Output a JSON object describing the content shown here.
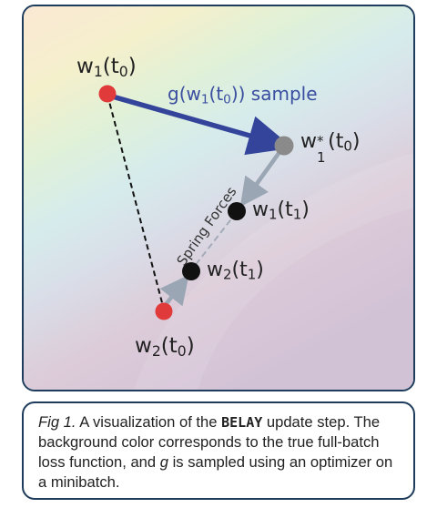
{
  "figure": {
    "labels": {
      "w1_t0": {
        "base": "w",
        "sub": "1",
        "arg_base": "t",
        "arg_sub": "0"
      },
      "w1_star_t0": {
        "base": "w",
        "sub": "1",
        "sup": "*",
        "arg_base": "t",
        "arg_sub": "0"
      },
      "w1_t1": {
        "base": "w",
        "sub": "1",
        "arg_base": "t",
        "arg_sub": "1"
      },
      "w2_t1": {
        "base": "w",
        "sub": "2",
        "arg_base": "t",
        "arg_sub": "1"
      },
      "w2_t0": {
        "base": "w",
        "sub": "2",
        "arg_base": "t",
        "arg_sub": "0"
      },
      "gradient_sample": {
        "prefix": "g(w",
        "sub1": "1",
        "middle": "(t",
        "sub2": "0",
        "suffix": ")) sample"
      },
      "spring_forces": "Spring Forces"
    },
    "colors": {
      "red_point": "#e03a3a",
      "black_point": "#111111",
      "gray_point": "#8a8a8a",
      "blue_arrow": "#33449a",
      "gray_arrow": "#9aa6b4",
      "frame": "#1e3c5c"
    }
  },
  "caption": {
    "lead": "Fig 1.",
    "part1": " A visualization of the ",
    "code": "BELAY",
    "part2": " update step. The background color corresponds to the true full-batch loss function, and ",
    "var": "g",
    "part3": " is sampled using an optimizer on a minibatch."
  }
}
